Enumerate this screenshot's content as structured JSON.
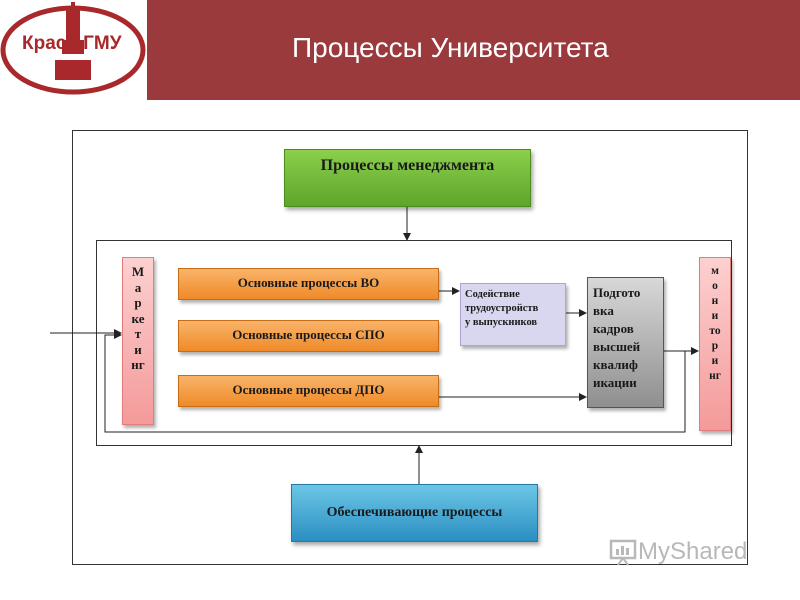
{
  "header": {
    "title": "Процессы Университета",
    "logo_text": "Красн ГМУ"
  },
  "diagram": {
    "management": "Процессы менеджмента",
    "marketing_letters": [
      "М",
      "а",
      "р",
      "ке",
      "т",
      "и",
      "нг"
    ],
    "core": [
      "Основные процессы ВО",
      "Основные процессы СПО",
      "Основные процессы ДПО"
    ],
    "employment_lines": [
      "Содействие",
      "трудоустройств",
      "у выпускников"
    ],
    "training_lines": [
      "Подгото",
      "вка",
      "кадров",
      "высшей",
      "квалиф",
      "икации"
    ],
    "monitoring_letters": [
      "м",
      "о",
      "н",
      "и",
      "то",
      "р",
      "и",
      "нг"
    ],
    "support": "Обеспечивающие процессы"
  },
  "watermark": {
    "text": "MyShared"
  },
  "colors": {
    "header_bg": "#9b3a3d",
    "management_box": "#7bbf3f",
    "core_box": "#f4a04c",
    "employment_box": "#d9d7f0",
    "training_box": "#b5b5b5",
    "side_box": "#f8b4b4",
    "support_box": "#4fb0d8"
  }
}
